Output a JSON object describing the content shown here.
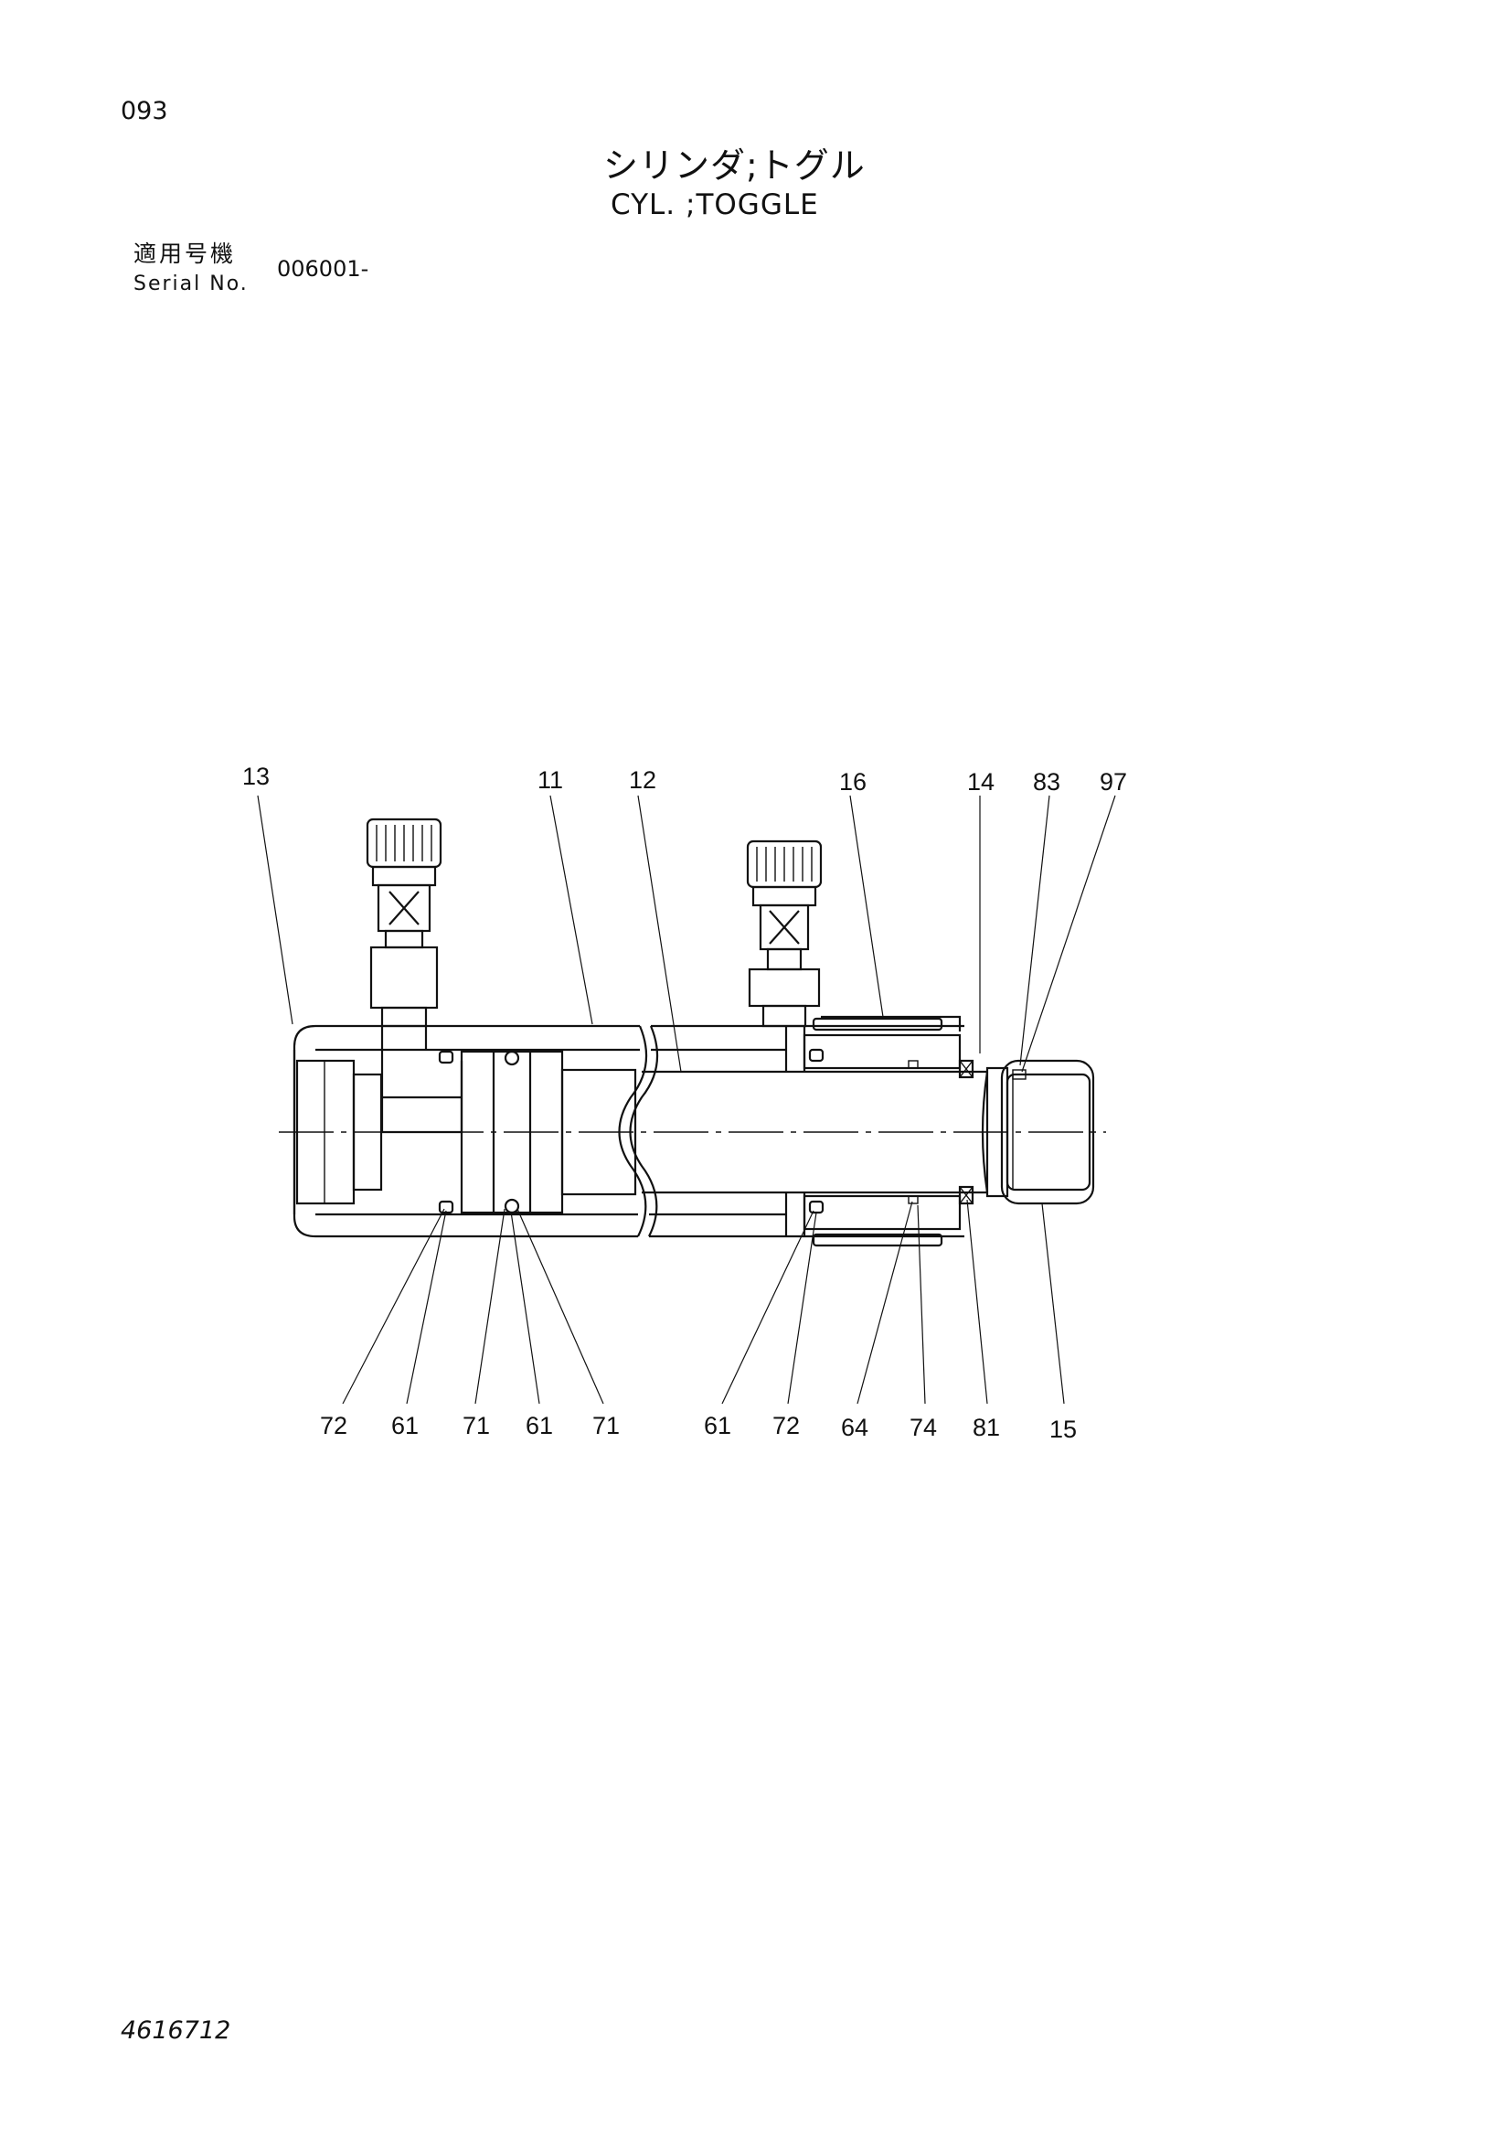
{
  "header": {
    "page_number": "093",
    "title_jp": "シリンダ;トグル",
    "title_en": "CYL. ;TOGGLE",
    "serial_label_jp": "適用号機",
    "serial_label_en": "Serial No.",
    "serial_value": "006001-"
  },
  "callouts_top": [
    "13",
    "11",
    "12",
    "16",
    "14",
    "83",
    "97"
  ],
  "callouts_bottom": [
    "72",
    "61",
    "71",
    "61",
    "71",
    "61",
    "72",
    "64",
    "74",
    "81",
    "15"
  ],
  "footer": {
    "doc_number": "4616712"
  }
}
